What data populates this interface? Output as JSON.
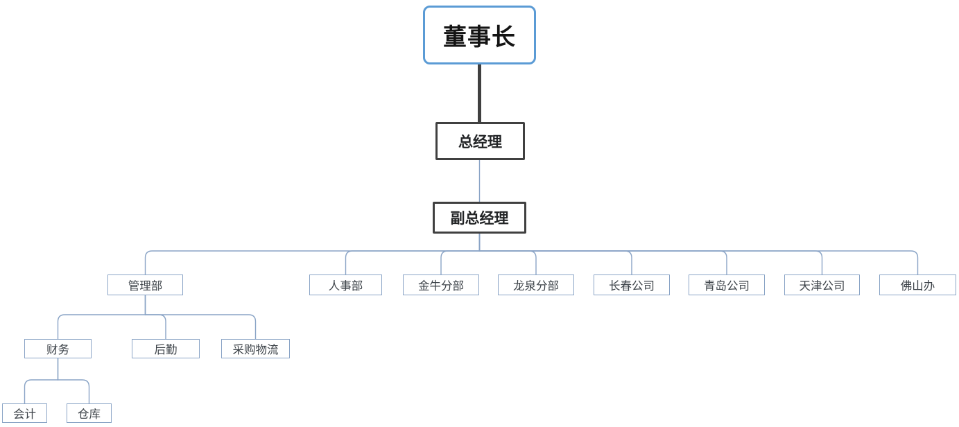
{
  "colors": {
    "accent_blue": "#5b9bd5",
    "dark_border": "#404040",
    "connector_line": "#8aa4c6",
    "node_text": "#3d4349",
    "title_text": "#141414",
    "background": "#ffffff"
  },
  "nodes": {
    "chairman": {
      "label": "董事长"
    },
    "general_manager": {
      "label": "总经理"
    },
    "deputy_general_manager": {
      "label": "副总经理"
    },
    "management_dept": {
      "label": "管理部"
    },
    "hr_dept": {
      "label": "人事部"
    },
    "jinniu_branch": {
      "label": "金牛分部"
    },
    "longquan_branch": {
      "label": "龙泉分部"
    },
    "changchun_company": {
      "label": "长春公司"
    },
    "qingdao_company": {
      "label": "青岛公司"
    },
    "tianjin_company": {
      "label": "天津公司"
    },
    "foshan_office": {
      "label": "佛山办"
    },
    "finance": {
      "label": "财务"
    },
    "logistics": {
      "label": "后勤"
    },
    "procurement_logistics": {
      "label": "采购物流"
    },
    "accounting": {
      "label": "会计"
    },
    "warehouse": {
      "label": "仓库"
    }
  },
  "hierarchy": [
    {
      "parent": "董事长",
      "children": [
        "总经理"
      ]
    },
    {
      "parent": "总经理",
      "children": [
        "副总经理"
      ]
    },
    {
      "parent": "副总经理",
      "children": [
        "管理部",
        "人事部",
        "金牛分部",
        "龙泉分部",
        "长春公司",
        "青岛公司",
        "天津公司",
        "佛山办"
      ]
    },
    {
      "parent": "管理部",
      "children": [
        "财务",
        "后勤",
        "采购物流"
      ]
    },
    {
      "parent": "财务",
      "children": [
        "会计",
        "仓库"
      ]
    }
  ]
}
